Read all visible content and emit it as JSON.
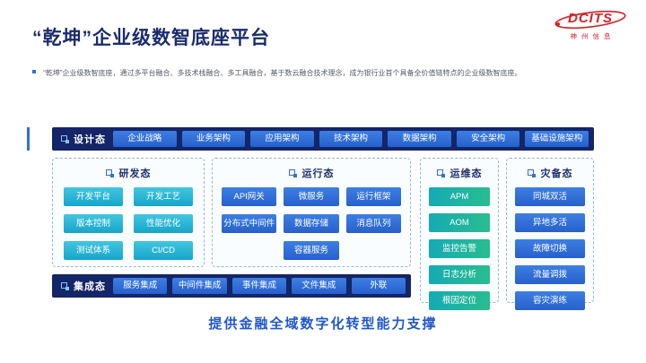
{
  "title": "“乾坤”企业级数智底座平台",
  "logo": {
    "brand": "DCITS",
    "company": "神州信息"
  },
  "intro": "“乾坤”企业级数智底座，通过多平台融合、多技术栈融合、多工具融合，基于数云融合技术理念，成为银行业首个具备全价值链特点的企业级数智底座。",
  "design_row": {
    "label": "设计态",
    "items": [
      "企业战略",
      "业务架构",
      "应用架构",
      "技术架构",
      "数据架构",
      "安全架构",
      "基础设施架构"
    ]
  },
  "dev_box": {
    "label": "研发态",
    "items": [
      "开发平台",
      "开发工艺",
      "版本控制",
      "性能优化",
      "测试体系",
      "CI/CD"
    ]
  },
  "runtime_box": {
    "label": "运行态",
    "rows": [
      [
        "API网关",
        "微服务",
        "运行框架"
      ],
      [
        "分布式中间件",
        "数据存储",
        "消息队列"
      ],
      [
        "容器服务"
      ]
    ]
  },
  "ops_box": {
    "label": "运维态",
    "items": [
      "APM",
      "AOM",
      "监控告警",
      "日志分析",
      "根因定位"
    ]
  },
  "dr_box": {
    "label": "灾备态",
    "items": [
      "同城双活",
      "异地多活",
      "故障切换",
      "流量调拨",
      "容灾演练"
    ]
  },
  "integration_row": {
    "label": "集成态",
    "items": [
      "服务集成",
      "中间件集成",
      "事件集成",
      "文件集成",
      "外联"
    ]
  },
  "footer": "提供金融全域数字化转型能力支撑",
  "colors": {
    "navy_bar": "#142568",
    "blue_button": "#2f6fd8",
    "cyan_button": "#1fb0d2",
    "teal_button": "#1fb39b",
    "brand_red": "#d42128",
    "footer_blue": "#2157cb"
  }
}
